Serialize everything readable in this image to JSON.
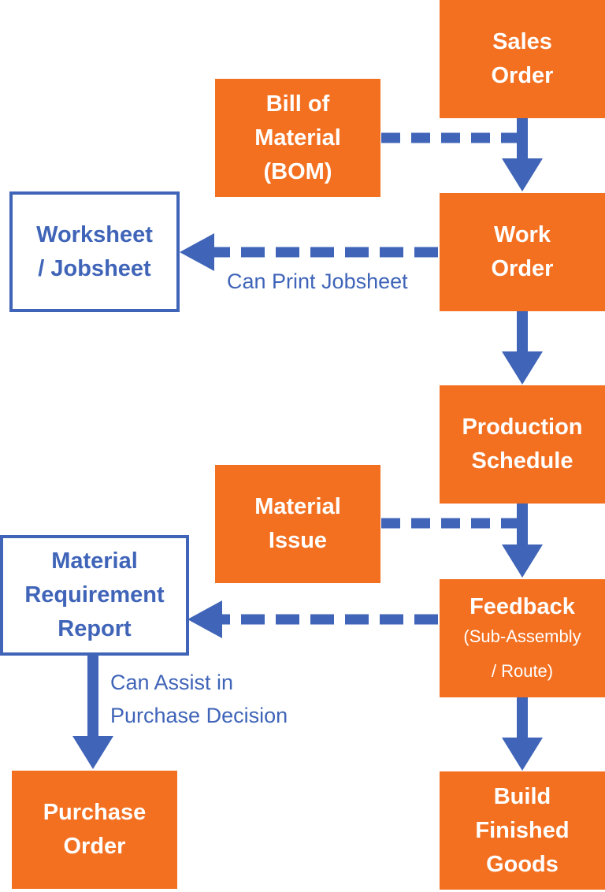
{
  "colors": {
    "box_fill": "#F37021",
    "connector": "#3F64B8",
    "box_text": "#FFFFFF"
  },
  "nodes": {
    "sales_order": "Sales\nOrder",
    "bom": "Bill of\nMaterial\n(BOM)",
    "work_order": "Work\nOrder",
    "worksheet": "Worksheet\n/ Jobsheet",
    "production_schedule": "Production\nSchedule",
    "material_issue": "Material\nIssue",
    "feedback": "Feedback",
    "feedback_detail": "(Sub-Assembly\n/ Route)",
    "mrr": "Material\nRequirement\nReport",
    "purchase_order": "Purchase\nOrder",
    "finished_goods": "Build\nFinished\nGoods"
  },
  "annotations": {
    "print_jobsheet": "Can Print Jobsheet",
    "purchase_decision": "Can Assist in\nPurchase Decision"
  }
}
